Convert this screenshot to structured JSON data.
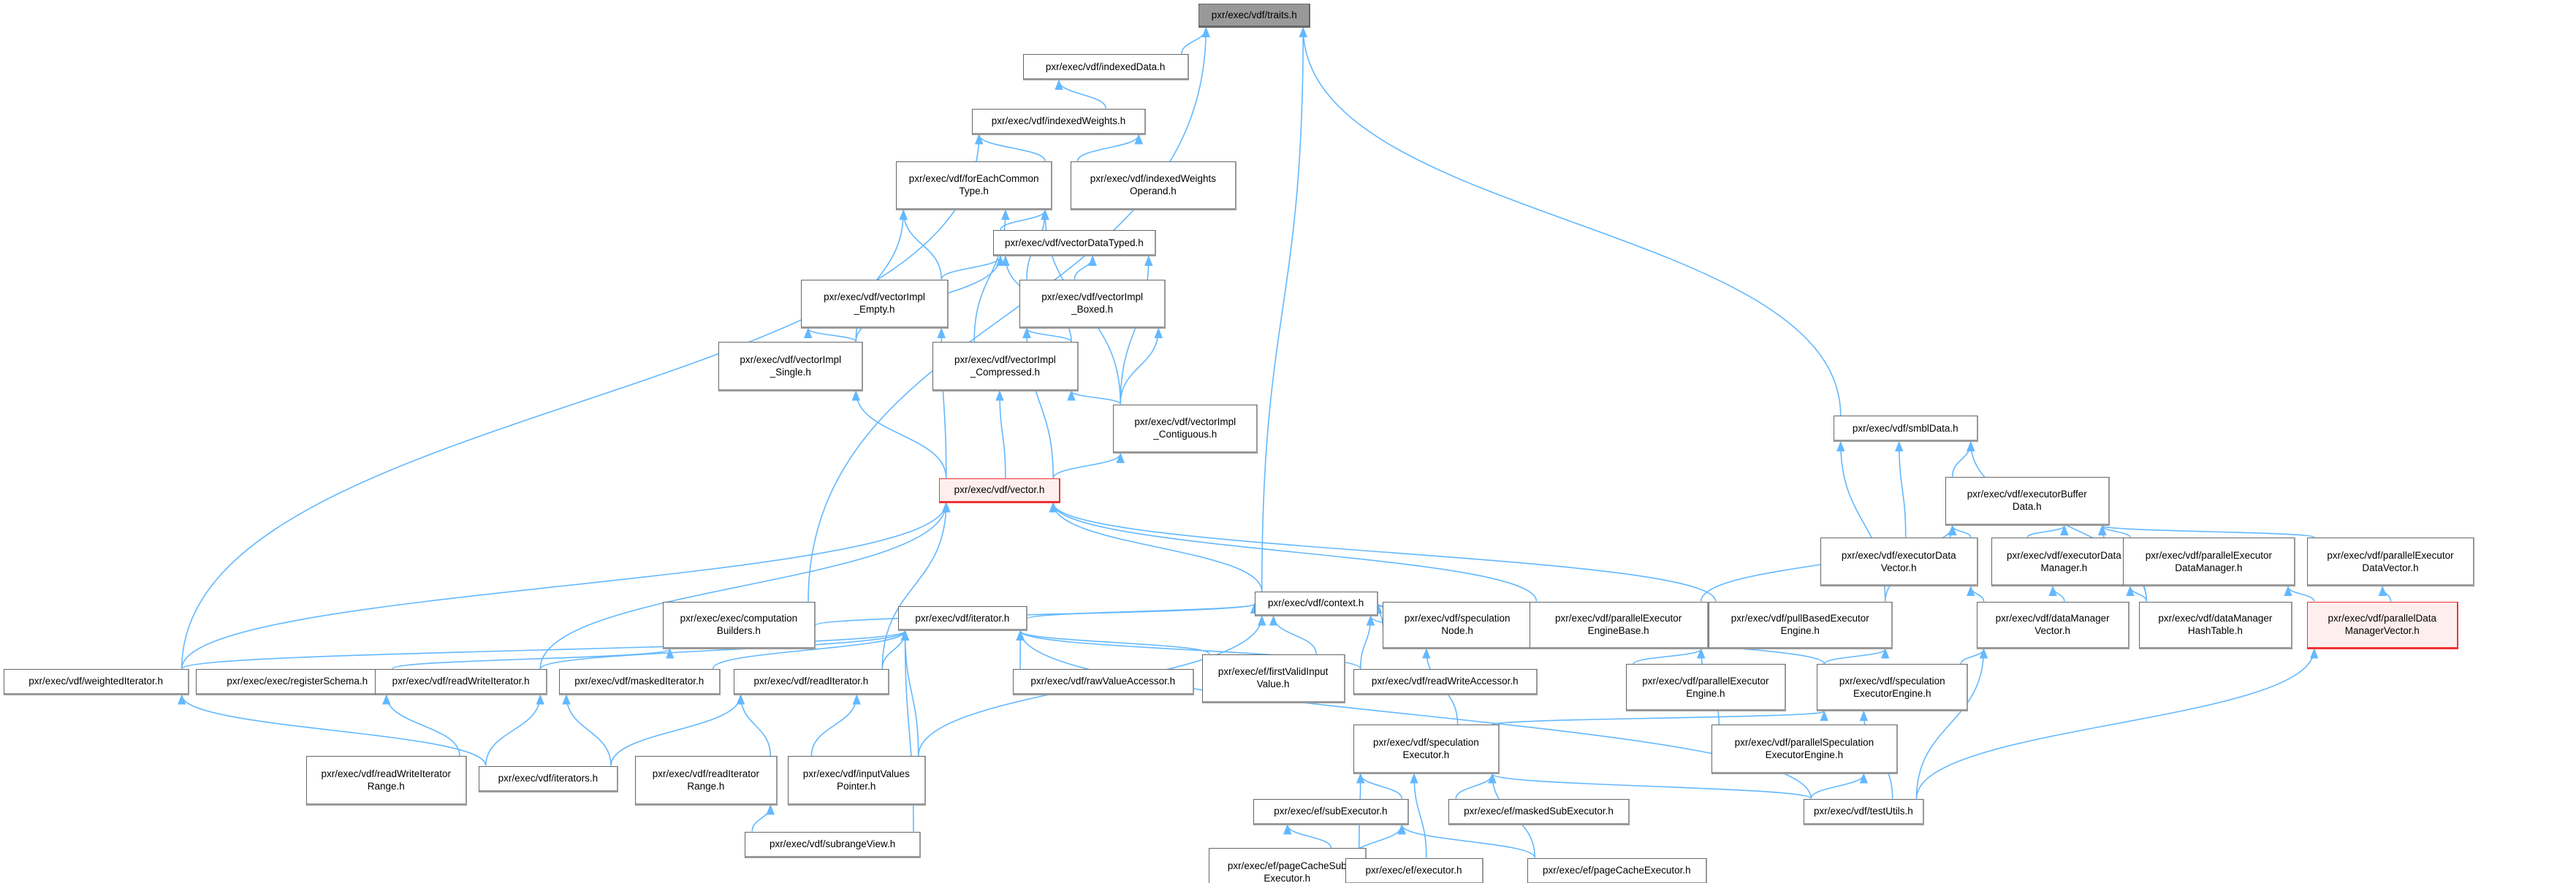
{
  "colors": {
    "edge": "#63b8ff",
    "root_fill": "#999999",
    "highlight_border": "#ee3333",
    "highlight_fill": "#ffeeee"
  },
  "nodes": [
    {
      "id": "traits",
      "lines": [
        "pxr/exec/vdf/traits.h"
      ],
      "style": "root"
    },
    {
      "id": "indexedData",
      "lines": [
        "pxr/exec/vdf/indexedData.h"
      ]
    },
    {
      "id": "indexedWeights",
      "lines": [
        "pxr/exec/vdf/indexedWeights.h"
      ]
    },
    {
      "id": "forEachCommonType",
      "lines": [
        "pxr/exec/vdf/forEachCommon",
        "Type.h"
      ]
    },
    {
      "id": "indexedWeightsOperand",
      "lines": [
        "pxr/exec/vdf/indexedWeights",
        "Operand.h"
      ]
    },
    {
      "id": "vectorDataTyped",
      "lines": [
        "pxr/exec/vdf/vectorDataTyped.h"
      ]
    },
    {
      "id": "vectorImplEmpty",
      "lines": [
        "pxr/exec/vdf/vectorImpl",
        "_Empty.h"
      ]
    },
    {
      "id": "vectorImplBoxed",
      "lines": [
        "pxr/exec/vdf/vectorImpl",
        "_Boxed.h"
      ]
    },
    {
      "id": "vectorImplSingle",
      "lines": [
        "pxr/exec/vdf/vectorImpl",
        "_Single.h"
      ]
    },
    {
      "id": "vectorImplCompressed",
      "lines": [
        "pxr/exec/vdf/vectorImpl",
        "_Compressed.h"
      ]
    },
    {
      "id": "vectorImplContiguous",
      "lines": [
        "pxr/exec/vdf/vectorImpl",
        "_Contiguous.h"
      ]
    },
    {
      "id": "vector",
      "lines": [
        "pxr/exec/vdf/vector.h"
      ],
      "style": "hl"
    },
    {
      "id": "context",
      "lines": [
        "pxr/exec/vdf/context.h"
      ]
    },
    {
      "id": "computationBuilders",
      "lines": [
        "pxr/exec/exec/computation",
        "Builders.h"
      ]
    },
    {
      "id": "iterator",
      "lines": [
        "pxr/exec/vdf/iterator.h"
      ]
    },
    {
      "id": "weightedIterator",
      "lines": [
        "pxr/exec/vdf/weightedIterator.h"
      ]
    },
    {
      "id": "registerSchema",
      "lines": [
        "pxr/exec/exec/registerSchema.h"
      ]
    },
    {
      "id": "readWriteIterator",
      "lines": [
        "pxr/exec/vdf/readWriteIterator.h"
      ]
    },
    {
      "id": "maskedIterator",
      "lines": [
        "pxr/exec/vdf/maskedIterator.h"
      ]
    },
    {
      "id": "readIterator",
      "lines": [
        "pxr/exec/vdf/readIterator.h"
      ]
    },
    {
      "id": "rawValueAccessor",
      "lines": [
        "pxr/exec/vdf/rawValueAccessor.h"
      ]
    },
    {
      "id": "firstValidInputValue",
      "lines": [
        "pxr/exec/ef/firstValidInput",
        "Value.h"
      ]
    },
    {
      "id": "readWriteAccessor",
      "lines": [
        "pxr/exec/vdf/readWriteAccessor.h"
      ]
    },
    {
      "id": "readWriteIteratorRange",
      "lines": [
        "pxr/exec/vdf/readWriteIterator",
        "Range.h"
      ]
    },
    {
      "id": "iterators",
      "lines": [
        "pxr/exec/vdf/iterators.h"
      ]
    },
    {
      "id": "readIteratorRange",
      "lines": [
        "pxr/exec/vdf/readIterator",
        "Range.h"
      ]
    },
    {
      "id": "inputValuesPointer",
      "lines": [
        "pxr/exec/vdf/inputValues",
        "Pointer.h"
      ]
    },
    {
      "id": "subrangeView",
      "lines": [
        "pxr/exec/vdf/subrangeView.h"
      ]
    },
    {
      "id": "speculationNode",
      "lines": [
        "pxr/exec/vdf/speculation",
        "Node.h"
      ]
    },
    {
      "id": "parallelExecutorEngineBase",
      "lines": [
        "pxr/exec/vdf/parallelExecutor",
        "EngineBase.h"
      ]
    },
    {
      "id": "pullBasedExecutorEngine",
      "lines": [
        "pxr/exec/vdf/pullBasedExecutor",
        "Engine.h"
      ]
    },
    {
      "id": "smblData",
      "lines": [
        "pxr/exec/vdf/smblData.h"
      ]
    },
    {
      "id": "executorBufferData",
      "lines": [
        "pxr/exec/vdf/executorBuffer",
        "Data.h"
      ]
    },
    {
      "id": "executorDataVector",
      "lines": [
        "pxr/exec/vdf/executorData",
        "Vector.h"
      ]
    },
    {
      "id": "executorDataManager",
      "lines": [
        "pxr/exec/vdf/executorData",
        "Manager.h"
      ]
    },
    {
      "id": "parallelExecutorDataManager",
      "lines": [
        "pxr/exec/vdf/parallelExecutor",
        "DataManager.h"
      ]
    },
    {
      "id": "parallelExecutorDataVector",
      "lines": [
        "pxr/exec/vdf/parallelExecutor",
        "DataVector.h"
      ]
    },
    {
      "id": "dataManagerVector",
      "lines": [
        "pxr/exec/vdf/dataManager",
        "Vector.h"
      ]
    },
    {
      "id": "dataManagerHashTable",
      "lines": [
        "pxr/exec/vdf/dataManager",
        "HashTable.h"
      ]
    },
    {
      "id": "parallelDataManagerVector",
      "lines": [
        "pxr/exec/vdf/parallelData",
        "ManagerVector.h"
      ],
      "style": "hl"
    },
    {
      "id": "parallelExecutorEngine",
      "lines": [
        "pxr/exec/vdf/parallelExecutor",
        "Engine.h"
      ]
    },
    {
      "id": "speculationExecutorEngine",
      "lines": [
        "pxr/exec/vdf/speculation",
        "ExecutorEngine.h"
      ]
    },
    {
      "id": "speculationExecutor",
      "lines": [
        "pxr/exec/vdf/speculation",
        "Executor.h"
      ]
    },
    {
      "id": "parallelSpeculationExecutorEngine",
      "lines": [
        "pxr/exec/vdf/parallelSpeculation",
        "ExecutorEngine.h"
      ]
    },
    {
      "id": "subExecutor",
      "lines": [
        "pxr/exec/ef/subExecutor.h"
      ]
    },
    {
      "id": "maskedSubExecutor",
      "lines": [
        "pxr/exec/ef/maskedSubExecutor.h"
      ]
    },
    {
      "id": "testUtils",
      "lines": [
        "pxr/exec/vdf/testUtils.h"
      ]
    },
    {
      "id": "pageCacheSubExecutor",
      "lines": [
        "pxr/exec/ef/pageCacheSub",
        "Executor.h"
      ]
    },
    {
      "id": "executor",
      "lines": [
        "pxr/exec/ef/executor.h"
      ]
    },
    {
      "id": "pageCacheExecutor",
      "lines": [
        "pxr/exec/ef/pageCacheExecutor.h"
      ]
    }
  ],
  "edges": [
    [
      "indexedData",
      "traits"
    ],
    [
      "computationBuilders",
      "traits"
    ],
    [
      "context",
      "traits"
    ],
    [
      "smblData",
      "traits"
    ],
    [
      "indexedWeights",
      "indexedData"
    ],
    [
      "forEachCommonType",
      "indexedWeights"
    ],
    [
      "indexedWeightsOperand",
      "indexedWeights"
    ],
    [
      "weightedIterator",
      "indexedWeights"
    ],
    [
      "vectorDataTyped",
      "forEachCommonType"
    ],
    [
      "vectorImplEmpty",
      "forEachCommonType"
    ],
    [
      "vectorImplSingle",
      "forEachCommonType"
    ],
    [
      "vectorImplCompressed",
      "forEachCommonType"
    ],
    [
      "vectorImplBoxed",
      "forEachCommonType"
    ],
    [
      "vectorImplContiguous",
      "forEachCommonType"
    ],
    [
      "vectorImplEmpty",
      "vectorDataTyped"
    ],
    [
      "vectorImplSingle",
      "vectorDataTyped"
    ],
    [
      "vectorImplBoxed",
      "vectorDataTyped"
    ],
    [
      "vectorImplCompressed",
      "vectorDataTyped"
    ],
    [
      "vectorImplContiguous",
      "vectorDataTyped"
    ],
    [
      "vectorImplSingle",
      "vectorImplEmpty"
    ],
    [
      "vector",
      "vectorImplEmpty"
    ],
    [
      "vectorImplCompressed",
      "vectorImplBoxed"
    ],
    [
      "vectorImplContiguous",
      "vectorImplBoxed"
    ],
    [
      "vector",
      "vectorImplBoxed"
    ],
    [
      "vector",
      "vectorImplSingle"
    ],
    [
      "vector",
      "vectorImplCompressed"
    ],
    [
      "vectorImplContiguous",
      "vectorImplCompressed"
    ],
    [
      "vector",
      "vectorImplContiguous"
    ],
    [
      "context",
      "vector"
    ],
    [
      "weightedIterator",
      "vector"
    ],
    [
      "readWriteIterator",
      "vector"
    ],
    [
      "readIterator",
      "vector"
    ],
    [
      "parallelExecutorEngineBase",
      "vector"
    ],
    [
      "pullBasedExecutorEngine",
      "vector"
    ],
    [
      "computationBuilders",
      "context"
    ],
    [
      "iterator",
      "context"
    ],
    [
      "speculationNode",
      "context"
    ],
    [
      "parallelExecutorEngineBase",
      "context"
    ],
    [
      "pullBasedExecutorEngine",
      "context"
    ],
    [
      "speculationExecutorEngine",
      "context"
    ],
    [
      "firstValidInputValue",
      "context"
    ],
    [
      "readWriteAccessor",
      "context"
    ],
    [
      "inputValuesPointer",
      "context"
    ],
    [
      "registerSchema",
      "computationBuilders"
    ],
    [
      "weightedIterator",
      "iterator"
    ],
    [
      "readWriteIterator",
      "iterator"
    ],
    [
      "maskedIterator",
      "iterator"
    ],
    [
      "readIterator",
      "iterator"
    ],
    [
      "rawValueAccessor",
      "iterator"
    ],
    [
      "firstValidInputValue",
      "iterator"
    ],
    [
      "readWriteAccessor",
      "iterator"
    ],
    [
      "inputValuesPointer",
      "iterator"
    ],
    [
      "subrangeView",
      "iterator"
    ],
    [
      "testUtils",
      "iterator"
    ],
    [
      "readWriteIteratorRange",
      "readWriteIterator"
    ],
    [
      "iterators",
      "readWriteIterator"
    ],
    [
      "iterators",
      "maskedIterator"
    ],
    [
      "iterators",
      "readIterator"
    ],
    [
      "iterators",
      "weightedIterator"
    ],
    [
      "readIteratorRange",
      "readIterator"
    ],
    [
      "inputValuesPointer",
      "readIterator"
    ],
    [
      "subrangeView",
      "readIteratorRange"
    ],
    [
      "executorBufferData",
      "smblData"
    ],
    [
      "executorDataVector",
      "smblData"
    ],
    [
      "pullBasedExecutorEngine",
      "smblData"
    ],
    [
      "dataManagerHashTable",
      "smblData"
    ],
    [
      "executorDataVector",
      "executorBufferData"
    ],
    [
      "executorDataManager",
      "executorBufferData"
    ],
    [
      "parallelExecutorDataManager",
      "executorBufferData"
    ],
    [
      "parallelExecutorDataVector",
      "executorBufferData"
    ],
    [
      "dataManagerHashTable",
      "executorBufferData"
    ],
    [
      "parallelExecutorEngineBase",
      "executorBufferData"
    ],
    [
      "pullBasedExecutorEngine",
      "executorBufferData"
    ],
    [
      "dataManagerVector",
      "executorDataVector"
    ],
    [
      "dataManagerVector",
      "executorDataManager"
    ],
    [
      "dataManagerHashTable",
      "executorDataManager"
    ],
    [
      "parallelDataManagerVector",
      "parallelExecutorDataManager"
    ],
    [
      "parallelDataManagerVector",
      "parallelExecutorDataVector"
    ],
    [
      "parallelExecutorEngine",
      "parallelExecutorEngineBase"
    ],
    [
      "parallelSpeculationExecutorEngine",
      "parallelExecutorEngineBase"
    ],
    [
      "speculationExecutorEngine",
      "pullBasedExecutorEngine"
    ],
    [
      "speculationExecutorEngine",
      "dataManagerVector"
    ],
    [
      "speculationExecutor",
      "speculationExecutorEngine"
    ],
    [
      "speculationExecutor",
      "speculationNode"
    ],
    [
      "testUtils",
      "speculationExecutorEngine"
    ],
    [
      "testUtils",
      "parallelSpeculationExecutorEngine"
    ],
    [
      "testUtils",
      "dataManagerVector"
    ],
    [
      "testUtils",
      "parallelDataManagerVector"
    ],
    [
      "testUtils",
      "speculationExecutor"
    ],
    [
      "subExecutor",
      "speculationExecutor"
    ],
    [
      "maskedSubExecutor",
      "speculationExecutor"
    ],
    [
      "executor",
      "speculationExecutor"
    ],
    [
      "pageCacheExecutor",
      "speculationExecutor"
    ],
    [
      "pageCacheSubExecutor",
      "speculationExecutor"
    ],
    [
      "pageCacheSubExecutor",
      "subExecutor"
    ],
    [
      "executor",
      "subExecutor"
    ],
    [
      "pageCacheExecutor",
      "subExecutor"
    ]
  ]
}
